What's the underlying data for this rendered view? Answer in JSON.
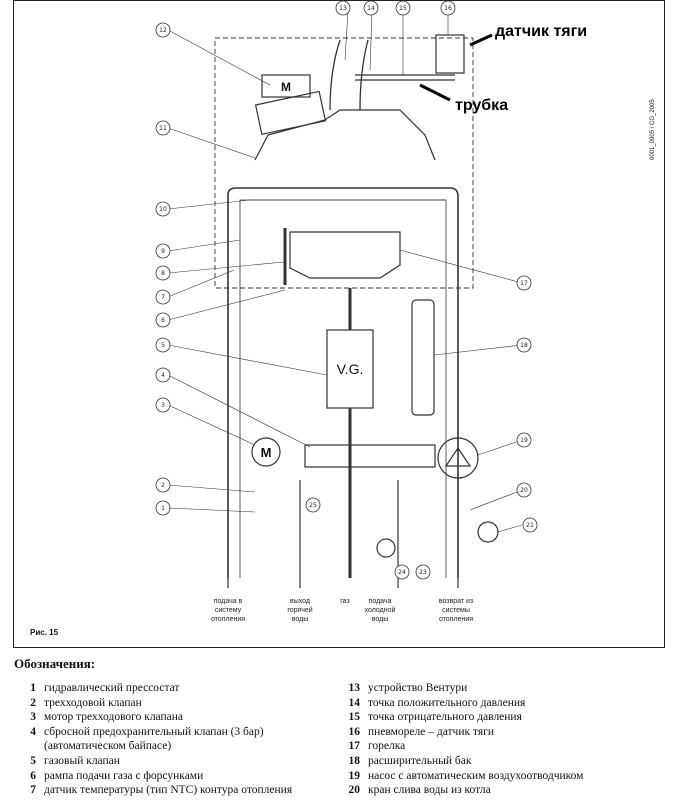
{
  "annotations": {
    "draft_sensor": "датчик тяги",
    "tube": "трубка"
  },
  "figure": {
    "label": "Рис. 15",
    "code": "0001_0905 / CG_2005"
  },
  "components": {
    "valve_group": "V.G.",
    "motor": "M",
    "motor2": "M"
  },
  "callouts": [
    "1",
    "2",
    "3",
    "4",
    "5",
    "6",
    "7",
    "8",
    "9",
    "10",
    "11",
    "12",
    "13",
    "14",
    "15",
    "16",
    "17",
    "18",
    "19",
    "20",
    "21",
    "23",
    "24",
    "25"
  ],
  "bottom_labels": {
    "heating_flow": "подача в\nсистему\nотопления",
    "hot_water": "выход\nгорячей\nводы",
    "gas": "газ",
    "cold_water": "подача\nхолодной\nводы",
    "heating_return": "возврат из\nсистемы\nотопления"
  },
  "legend": {
    "title": "Обозначения:",
    "left": [
      {
        "n": "1",
        "text": "гидравлический прессостат"
      },
      {
        "n": "2",
        "text": "трехходовой клапан"
      },
      {
        "n": "3",
        "text": "мотор трехходового клапана"
      },
      {
        "n": "4",
        "text": "сбросной предохранительный клапан (3 бар)"
      },
      {
        "n": "",
        "text": "(автоматическом байпасе)"
      },
      {
        "n": "5",
        "text": "газовый клапан"
      },
      {
        "n": "6",
        "text": "рампа подачи газа с форсунками"
      },
      {
        "n": "7",
        "text": "датчик температуры (тип NTC) контура отопления"
      }
    ],
    "right": [
      {
        "n": "13",
        "text": "устройство Вентури"
      },
      {
        "n": "14",
        "text": "точка положительного давления"
      },
      {
        "n": "15",
        "text": "точка отрицательного давления"
      },
      {
        "n": "16",
        "text": "пневмореле – датчик тяги"
      },
      {
        "n": "17",
        "text": "горелка"
      },
      {
        "n": "18",
        "text": "расширительный бак"
      },
      {
        "n": "19",
        "text": "насос с автоматическим воздухоотводчиком"
      },
      {
        "n": "20",
        "text": "кран слива воды из котла"
      }
    ]
  }
}
